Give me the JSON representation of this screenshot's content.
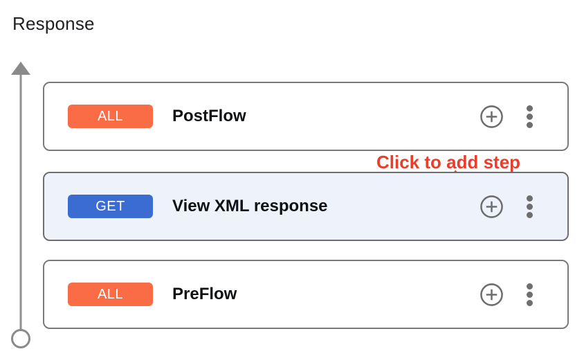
{
  "page": {
    "title": "Response"
  },
  "colors": {
    "badge_all_orange": "#F96C45",
    "badge_get_blue": "#3B6CD2",
    "highlight_card_bg": "#EEF2FB",
    "card_border_gray": "#7A7A7A",
    "icon_gray": "#6E6E6E",
    "arrow_gray": "#8A8A8A",
    "annotation_red": "#E93E2C"
  },
  "flow": {
    "direction": "upward",
    "cards": [
      {
        "verb": "ALL",
        "verb_color": "#F96C45",
        "name": "PostFlow",
        "highlighted": false
      },
      {
        "verb": "GET",
        "verb_color": "#3B6CD2",
        "name": "View XML response",
        "highlighted": true
      },
      {
        "verb": "ALL",
        "verb_color": "#F96C45",
        "name": "PreFlow",
        "highlighted": false
      }
    ]
  },
  "annotation": {
    "label": "Click to add step"
  },
  "icons": {
    "add_step": "plus-in-circle",
    "more_options": "vertical-kebab-dots",
    "flow_direction": "up-arrow-with-origin-circle"
  }
}
